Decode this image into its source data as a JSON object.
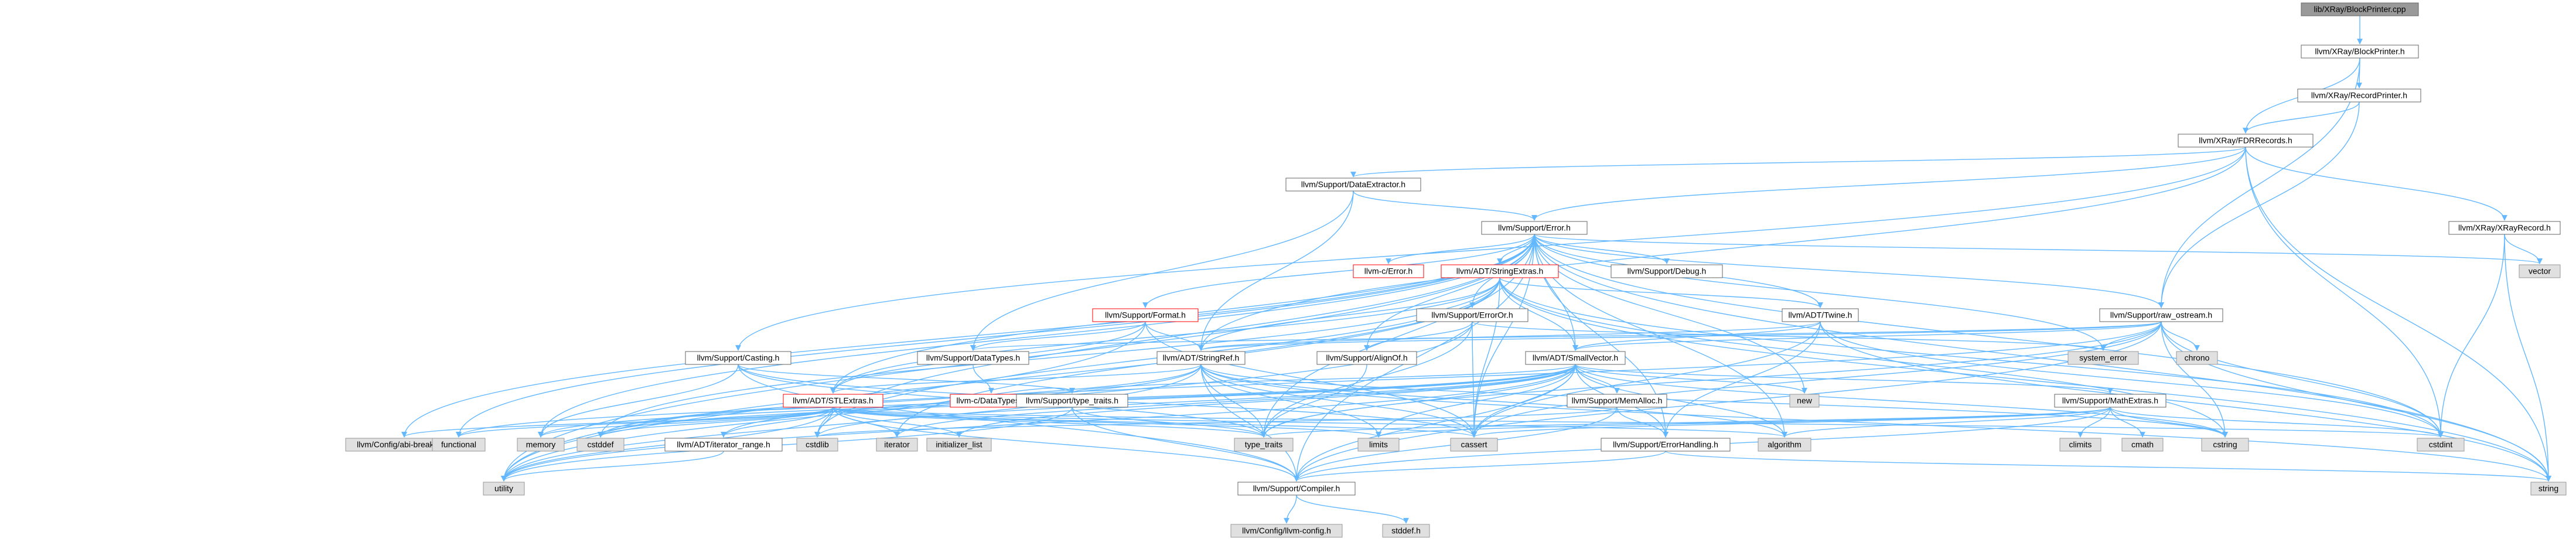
{
  "nodes": [
    {
      "id": "root",
      "label": "lib/XRay/BlockPrinter.cpp",
      "kind": "root"
    },
    {
      "id": "blockprinter_h",
      "label": "llvm/XRay/BlockPrinter.h",
      "kind": "normal"
    },
    {
      "id": "recordprinter_h",
      "label": "llvm/XRay/RecordPrinter.h",
      "kind": "normal"
    },
    {
      "id": "fdrrecords_h",
      "label": "llvm/XRay/FDRRecords.h",
      "kind": "normal"
    },
    {
      "id": "dataextractor_h",
      "label": "llvm/Support/DataExtractor.h",
      "kind": "normal"
    },
    {
      "id": "error_h",
      "label": "llvm/Support/Error.h",
      "kind": "normal"
    },
    {
      "id": "xrayrecord_h",
      "label": "llvm/XRay/XRayRecord.h",
      "kind": "normal"
    },
    {
      "id": "vector",
      "label": "vector",
      "kind": "system"
    },
    {
      "id": "c_error_h",
      "label": "llvm-c/Error.h",
      "kind": "truncated"
    },
    {
      "id": "stringextras_h",
      "label": "llvm/ADT/StringExtras.h",
      "kind": "truncated"
    },
    {
      "id": "debug_h",
      "label": "llvm/Support/Debug.h",
      "kind": "normal"
    },
    {
      "id": "format_h",
      "label": "llvm/Support/Format.h",
      "kind": "truncated"
    },
    {
      "id": "erroror_h",
      "label": "llvm/Support/ErrorOr.h",
      "kind": "normal"
    },
    {
      "id": "twine_h",
      "label": "llvm/ADT/Twine.h",
      "kind": "normal"
    },
    {
      "id": "raw_ostream_h",
      "label": "llvm/Support/raw_ostream.h",
      "kind": "normal"
    },
    {
      "id": "datatypes_h",
      "label": "llvm/Support/DataTypes.h",
      "kind": "normal"
    },
    {
      "id": "casting_h",
      "label": "llvm/Support/Casting.h",
      "kind": "normal"
    },
    {
      "id": "stringref_h",
      "label": "llvm/ADT/StringRef.h",
      "kind": "normal"
    },
    {
      "id": "alignof_h",
      "label": "llvm/Support/AlignOf.h",
      "kind": "normal"
    },
    {
      "id": "smallvector_h",
      "label": "llvm/ADT/SmallVector.h",
      "kind": "normal"
    },
    {
      "id": "system_error",
      "label": "system_error",
      "kind": "system"
    },
    {
      "id": "chrono",
      "label": "chrono",
      "kind": "system"
    },
    {
      "id": "c_datatypes_h",
      "label": "llvm-c/DataTypes.h",
      "kind": "truncated"
    },
    {
      "id": "stlextras_h",
      "label": "llvm/ADT/STLExtras.h",
      "kind": "truncated"
    },
    {
      "id": "type_traits_llvm_h",
      "label": "llvm/Support/type_traits.h",
      "kind": "normal"
    },
    {
      "id": "memalloc_h",
      "label": "llvm/Support/MemAlloc.h",
      "kind": "normal"
    },
    {
      "id": "new",
      "label": "new",
      "kind": "system"
    },
    {
      "id": "mathextras_h",
      "label": "llvm/Support/MathExtras.h",
      "kind": "normal"
    },
    {
      "id": "abi_breaking_h",
      "label": "llvm/Config/abi-breaking.h",
      "kind": "system"
    },
    {
      "id": "functional",
      "label": "functional",
      "kind": "system"
    },
    {
      "id": "memory",
      "label": "memory",
      "kind": "system"
    },
    {
      "id": "cstddef",
      "label": "cstddef",
      "kind": "system"
    },
    {
      "id": "iterator_range_h",
      "label": "llvm/ADT/iterator_range.h",
      "kind": "normal"
    },
    {
      "id": "cstdlib",
      "label": "cstdlib",
      "kind": "system"
    },
    {
      "id": "iterator",
      "label": "iterator",
      "kind": "system"
    },
    {
      "id": "initializer_list",
      "label": "initializer_list",
      "kind": "system"
    },
    {
      "id": "type_traits",
      "label": "type_traits",
      "kind": "system"
    },
    {
      "id": "limits",
      "label": "limits",
      "kind": "system"
    },
    {
      "id": "cassert",
      "label": "cassert",
      "kind": "system"
    },
    {
      "id": "errorhandling_h",
      "label": "llvm/Support/ErrorHandling.h",
      "kind": "normal"
    },
    {
      "id": "algorithm",
      "label": "algorithm",
      "kind": "system"
    },
    {
      "id": "climits",
      "label": "climits",
      "kind": "system"
    },
    {
      "id": "cmath",
      "label": "cmath",
      "kind": "system"
    },
    {
      "id": "cstring",
      "label": "cstring",
      "kind": "system"
    },
    {
      "id": "cstdint",
      "label": "cstdint",
      "kind": "system"
    },
    {
      "id": "utility",
      "label": "utility",
      "kind": "system"
    },
    {
      "id": "compiler_h",
      "label": "llvm/Support/Compiler.h",
      "kind": "normal"
    },
    {
      "id": "string",
      "label": "string",
      "kind": "system"
    },
    {
      "id": "llvm_config_h",
      "label": "llvm/Config/llvm-config.h",
      "kind": "system"
    },
    {
      "id": "stddef_h",
      "label": "stddef.h",
      "kind": "system"
    }
  ],
  "colors": {
    "root_fill": "#999999",
    "normal_fill": "#ffffff",
    "system_fill": "#e0e0e0",
    "border_normal": "#666666",
    "border_truncated": "#ff0000",
    "border_system": "#999999",
    "edge": "#63b8ff",
    "text": "#000000"
  }
}
